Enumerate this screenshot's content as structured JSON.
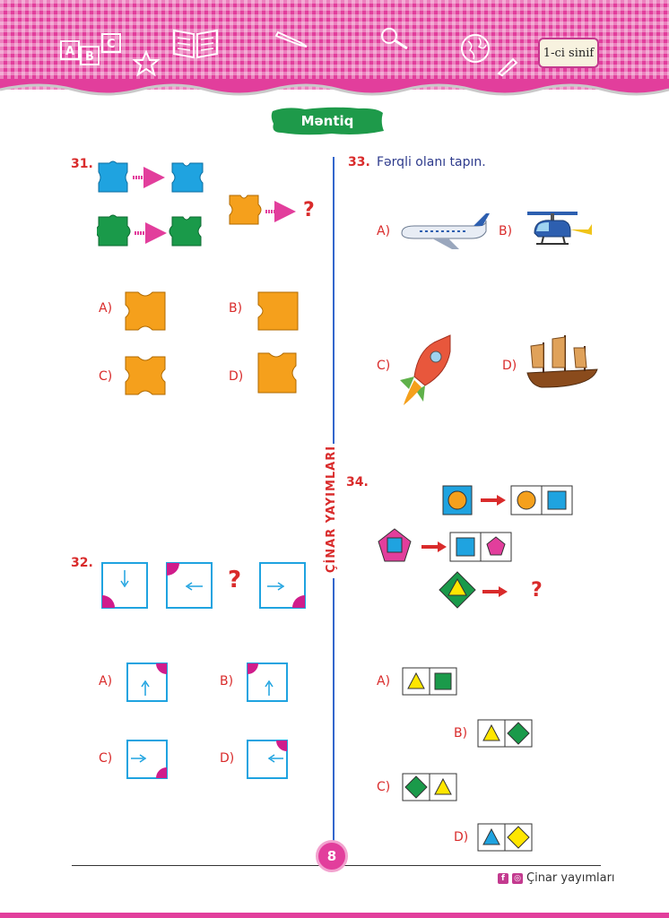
{
  "header": {
    "grade_label": "1-ci sinif"
  },
  "section": {
    "title": "Məntiq"
  },
  "q31": {
    "number": "31.",
    "question_mark": "?",
    "options": [
      "A)",
      "B)",
      "C)",
      "D)"
    ]
  },
  "q32": {
    "number": "32.",
    "question_mark": "?",
    "options": [
      "A)",
      "B)",
      "C)",
      "D)"
    ]
  },
  "q33": {
    "number": "33.",
    "text": "Fərqli olanı tapın.",
    "options": [
      "A)",
      "B)",
      "C)",
      "D)"
    ]
  },
  "q34": {
    "number": "34.",
    "question_mark": "?",
    "options": [
      "A)",
      "B)",
      "C)",
      "D)"
    ]
  },
  "spine": {
    "text": "ÇİNAR YAYIMLARI"
  },
  "footer": {
    "page_number": "8",
    "brand": "Çinar yayımları"
  },
  "colors": {
    "pink": "#e23e9c",
    "blue": "#1fa3e0",
    "green": "#1a9a4a",
    "orange": "#f5a01c",
    "red": "#d92b2b",
    "yellow": "#ffe600"
  }
}
